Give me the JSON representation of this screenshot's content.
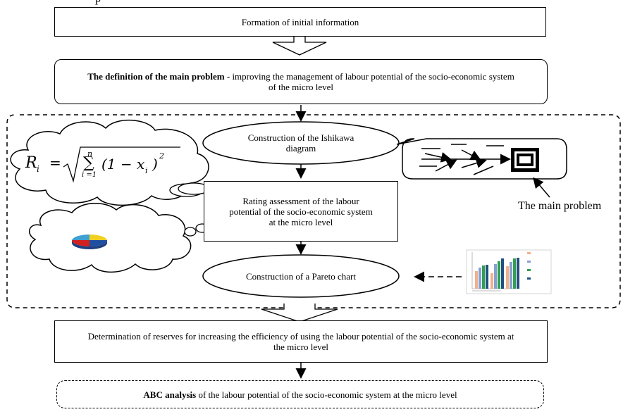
{
  "top_partial": "p",
  "box1": {
    "text": "Formation of initial information"
  },
  "box2": {
    "bold": "The definition of the main problem -",
    "text": " improving the management of labour potential of the socio-economic system of the micro level"
  },
  "ellipse1": {
    "text": "Construction of the Ishikawa diagram"
  },
  "formula": {
    "lhs": "R",
    "sub": "i",
    "sum_top": "n",
    "sum_bottom": "i =1",
    "body": "(1 − x",
    "body_sub": "i",
    "body_end": ")",
    "power": "2"
  },
  "box3": {
    "text": "Rating assessment of the labour potential of the socio-economic system at the micro level"
  },
  "main_problem_label": "The main problem",
  "ellipse2": {
    "text": "Construction of a Pareto chart"
  },
  "box4": {
    "text": "Determination of reserves for increasing the efficiency of using the labour potential of the socio-economic system at the micro level"
  },
  "box5": {
    "bold": "ABC analysis",
    "text": " of the labour potential of the socio-economic system at the micro level"
  }
}
